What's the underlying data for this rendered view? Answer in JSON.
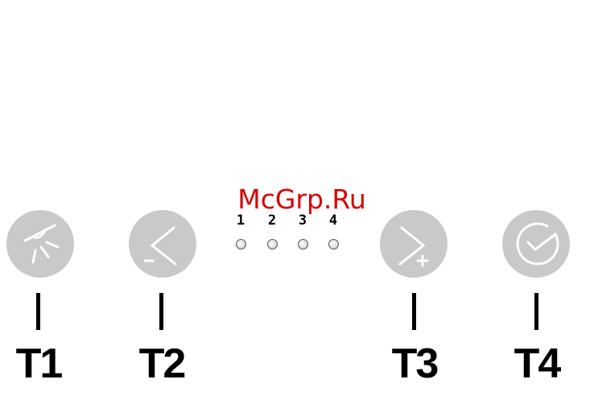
{
  "watermark": "McGrp.Ru",
  "buttons": [
    {
      "id": "T1",
      "label": "T1",
      "icon": "light-icon"
    },
    {
      "id": "T2",
      "label": "T2",
      "icon": "speed-decrease-icon"
    },
    {
      "id": "T3",
      "label": "T3",
      "icon": "speed-increase-icon"
    },
    {
      "id": "T4",
      "label": "T4",
      "icon": "timer-icon"
    }
  ],
  "speed_indicators": [
    "1",
    "2",
    "3",
    "4"
  ],
  "colors": {
    "button": "#c9c9c9",
    "icon_stroke": "#ffffff",
    "watermark": "#d90000",
    "text": "#000000"
  }
}
